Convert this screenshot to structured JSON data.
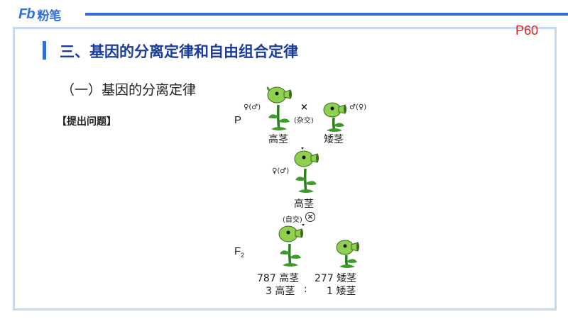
{
  "header": {
    "logo_mark": "Fb",
    "logo_text": "粉笔",
    "page_number": "P60"
  },
  "slide": {
    "title": "三、基因的分离定律和自由组合定律",
    "subtitle": "（一）基因的分离定律",
    "section_label": "【提出问题】"
  },
  "diagram": {
    "p_label": "P",
    "f2_label": "F",
    "f2_sub": "2",
    "parent_tall_sex": "♀(♂)",
    "cross_symbol": "×",
    "cross_note": "(杂交)",
    "parent_short_sex": "♂(♀)",
    "parent_tall_label": "高茎",
    "parent_short_label": "矮茎",
    "f1_sex": "♀(♂)",
    "f1_label": "高茎",
    "selfing_note": "(自交)",
    "selfing_symbol": "⊗",
    "f2_tall_count": "787 高茎",
    "f2_short_count": "277 矮茎",
    "ratio_tall": "3 高茎",
    "ratio_colon": ":",
    "ratio_short": "1 矮茎"
  },
  "colors": {
    "brand_blue": "#2f6fd8",
    "title_blue": "#1a3c9c",
    "page_red": "#e0231c",
    "plant_green": "#8fd14f",
    "stem_green": "#2e7d1e"
  }
}
